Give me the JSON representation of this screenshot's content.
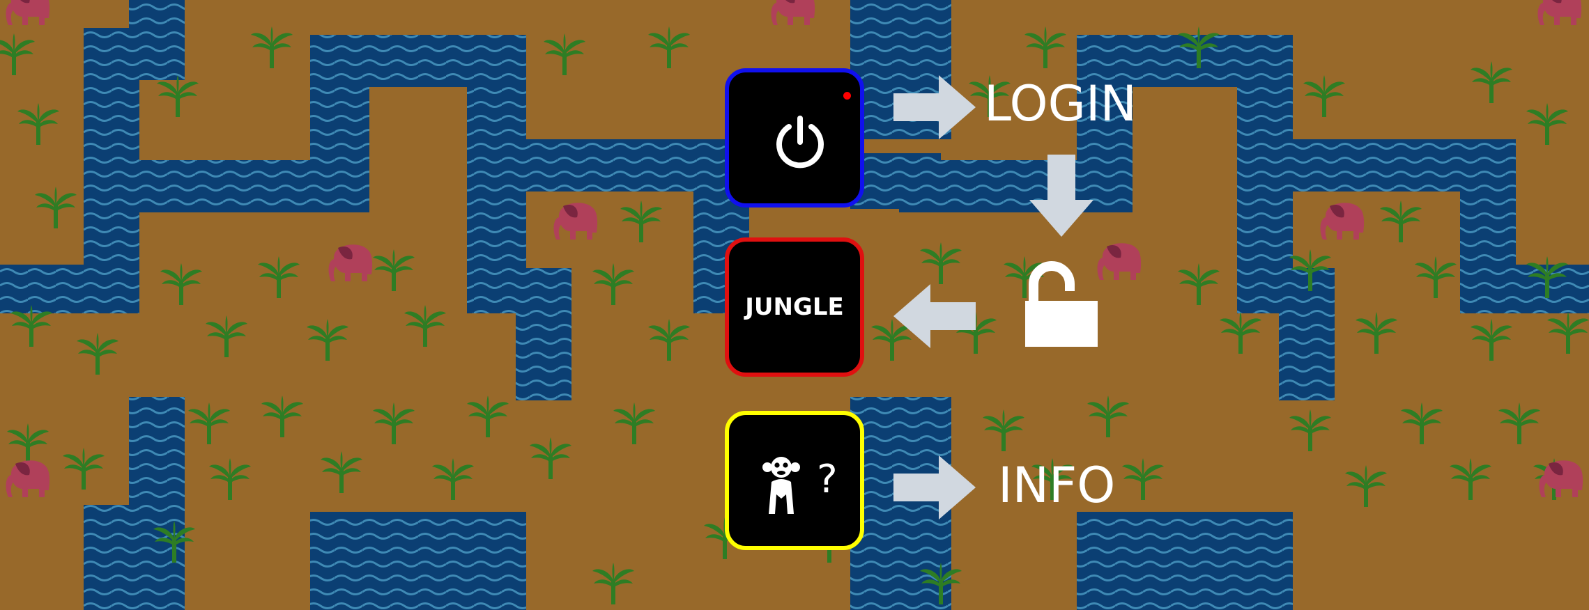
{
  "menu": {
    "power": {
      "icon": "power-icon",
      "border_color": "#1010ee",
      "indicator": "red-dot"
    },
    "jungle": {
      "label": "JUNGLE",
      "border_color": "#e01010"
    },
    "info": {
      "icon": "monkey-icon",
      "suffix": "?",
      "border_color": "#ffff00"
    }
  },
  "guide": {
    "login_label": "LOGIN",
    "info_label": "INFO",
    "arrows": [
      "arrow-right-icon",
      "arrow-down-icon",
      "arrow-left-icon",
      "arrow-right-icon"
    ],
    "unlock_icon": "padlock-open-icon"
  },
  "background": {
    "theme": "jungle-maze",
    "ground_color": "#98692a",
    "water_color": "#0b3f73",
    "tree_color": "#2e7d24",
    "elephant_color": "#b0405a"
  }
}
